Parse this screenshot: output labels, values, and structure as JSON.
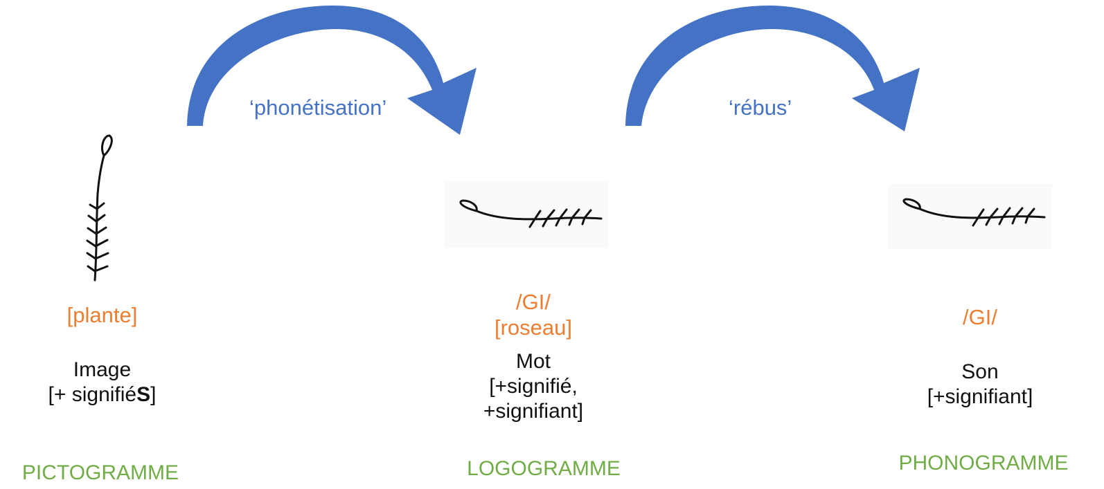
{
  "colors": {
    "arrow": "#4472C4",
    "reading": "#ED7D31",
    "description": "#111111",
    "category": "#70AD47",
    "process_label": "#4472C4"
  },
  "transitions": [
    {
      "label": "‘phonétisation’"
    },
    {
      "label": "‘rébus’"
    }
  ],
  "stages": [
    {
      "glyph": "reed-sign-vertical",
      "reading_lines": [
        "[plante]"
      ],
      "description_lines": [
        "Image",
        "[+ signifié",
        "S",
        "]"
      ],
      "category": "PICTOGRAMME"
    },
    {
      "glyph": "reed-sign-horizontal",
      "reading_lines": [
        "/GI/",
        "[roseau]"
      ],
      "description_lines": [
        "Mot",
        "[+signifié,",
        "+signifiant]"
      ],
      "category": "LOGOGRAMME"
    },
    {
      "glyph": "reed-sign-horizontal",
      "reading_lines": [
        "/GI/"
      ],
      "description_lines": [
        "Son",
        "[+signifiant]"
      ],
      "category": "PHONOGRAMME"
    }
  ]
}
